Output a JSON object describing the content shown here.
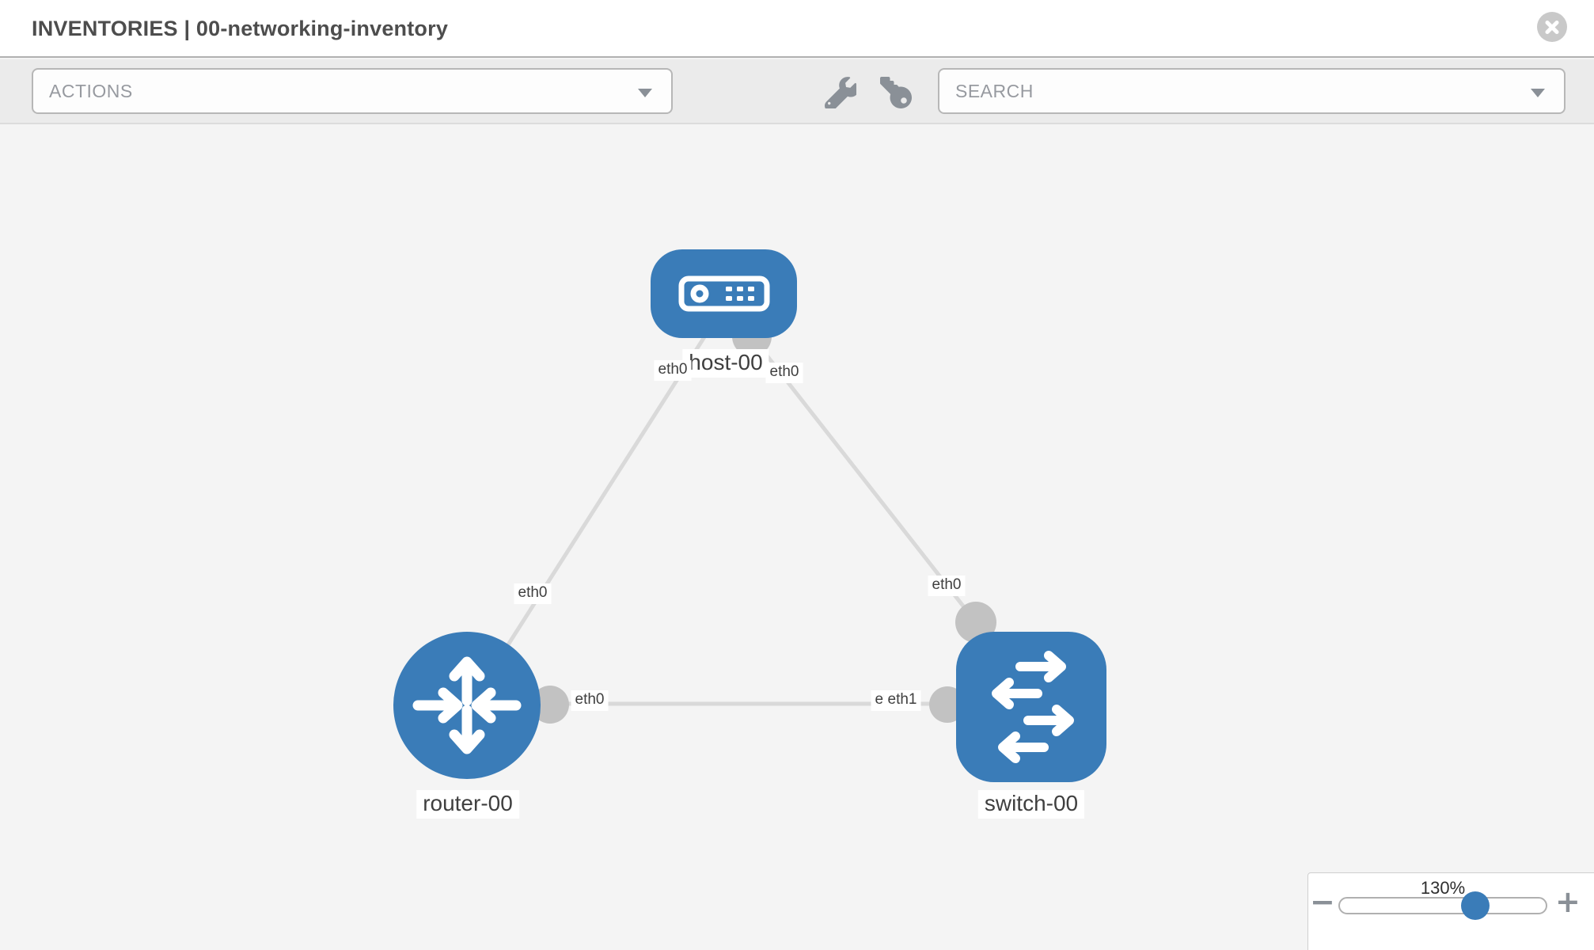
{
  "header": {
    "title": "INVENTORIES | 00-networking-inventory"
  },
  "toolbar": {
    "actions_label": "ACTIONS",
    "search_label": "SEARCH",
    "icons": [
      "wrench-icon",
      "key-icon"
    ]
  },
  "topology": {
    "nodes": [
      {
        "label": "host-00",
        "type": "host"
      },
      {
        "label": "router-00",
        "type": "router"
      },
      {
        "label": "switch-00",
        "type": "switch"
      }
    ],
    "links": [
      {
        "from": "host-00",
        "from_if": "eth0",
        "to": "router-00",
        "to_if": "eth0"
      },
      {
        "from": "host-00",
        "from_if": "eth0",
        "to": "switch-00",
        "to_if": "eth0"
      },
      {
        "from": "router-00",
        "from_if": "eth0",
        "to": "switch-00",
        "to_if": "eth1"
      }
    ],
    "overlap": {
      "under": "eth0",
      "over": "eth1"
    }
  },
  "zoom_control": {
    "level": "130%",
    "minus_label": "−",
    "plus_label": "+"
  },
  "colors": {
    "node_blue": "#3a7cb8",
    "link_gray": "#d9d9d9",
    "connector_gray": "#c2c2c2",
    "toolbar_bg": "#ebebeb",
    "canvas_bg": "#f4f4f4"
  }
}
